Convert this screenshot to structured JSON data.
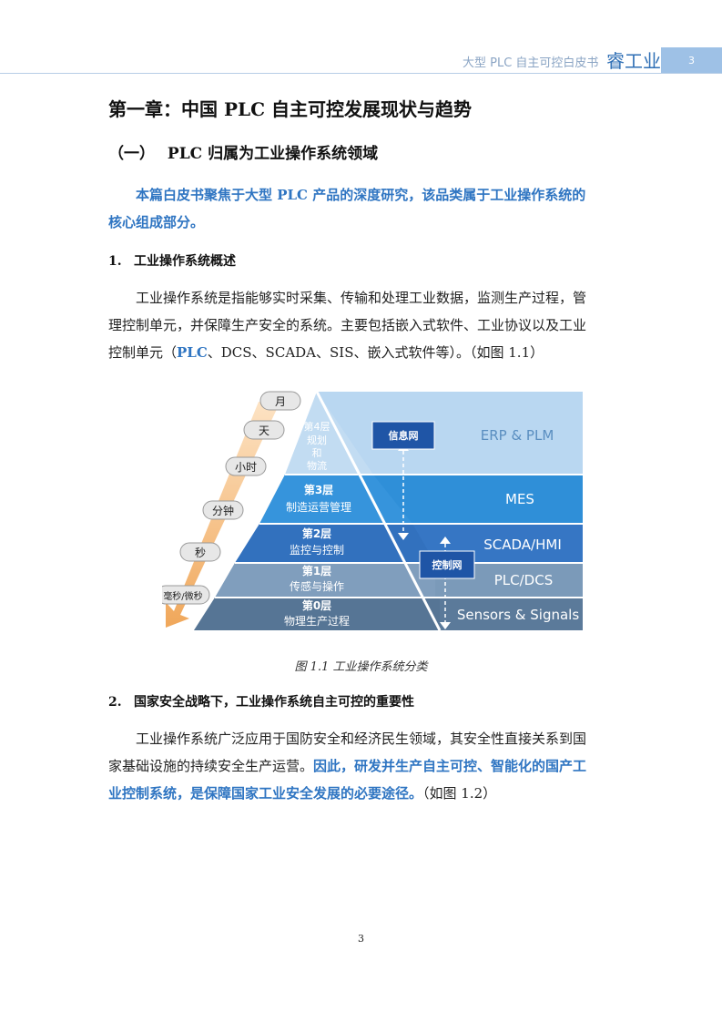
{
  "header": {
    "doc_title": "大型 PLC 自主可控白皮书",
    "brand": "睿工业",
    "page": "3"
  },
  "chapter_title": "第一章：中国 PLC 自主可控发展现状与趋势",
  "section": {
    "num": "（一）",
    "title": "PLC 归属为工业操作系统领域"
  },
  "intro_highlight_1": "本篇白皮书聚焦于大型 PLC 产品的深度研究，该品类属于工业操作系统的",
  "intro_highlight_2": "核心组成部分。",
  "sub1": {
    "num": "1.",
    "title": "工业操作系统概述"
  },
  "para1": {
    "line1": "工业操作系统是指能够实时采集、传输和处理工业数据，监测生产过程，管",
    "line2": "理控制单元，并保障生产安全的系统。主要包括嵌入式软件、工业协议以及工业",
    "line3_pre": "控制单元（",
    "line3_plc": "PLC",
    "line3_post": "、DCS、SCADA、SIS、嵌入式软件等）。（如图 1.1）"
  },
  "figure": {
    "time_labels": [
      "月",
      "天",
      "小时",
      "分钟",
      "秒",
      "毫秒/微秒"
    ],
    "layers": [
      {
        "title": "第4层",
        "desc1": "规划",
        "desc2": "和",
        "desc3": "物流",
        "right": "ERP & PLM",
        "color": "#b9d7f1"
      },
      {
        "title": "第3层",
        "desc1": "制造运营管理",
        "right": "MES",
        "color": "#2f8fd8"
      },
      {
        "title": "第2层",
        "desc1": "监控与控制",
        "right": "SCADA/HMI",
        "color": "#3676c4"
      },
      {
        "title": "第1层",
        "desc1": "传感与操作",
        "right": "PLC/DCS",
        "color": "#7b9ab9"
      },
      {
        "title": "第0层",
        "desc1": "物理生产过程",
        "right": "Sensors & Signals",
        "color": "#5b7a9a"
      }
    ],
    "net_info": "信息网",
    "net_control": "控制网"
  },
  "caption": "图 1.1  工业操作系统分类",
  "sub2": {
    "num": "2.",
    "title": "国家安全战略下，工业操作系统自主可控的重要性"
  },
  "para2": {
    "line1": "工业操作系统广泛应用于国防安全和经济民生领域，其安全性直接关系到国",
    "line2_pre": "家基础设施的持续安全生产运营。",
    "line2_hl": "因此，研发并生产自主可控、智能化的国产工",
    "line3_hl": "业控制系统，是保障国家工业安全发展的必要途径。",
    "line3_post": "（如图 1.2）"
  },
  "footer_page": "3"
}
